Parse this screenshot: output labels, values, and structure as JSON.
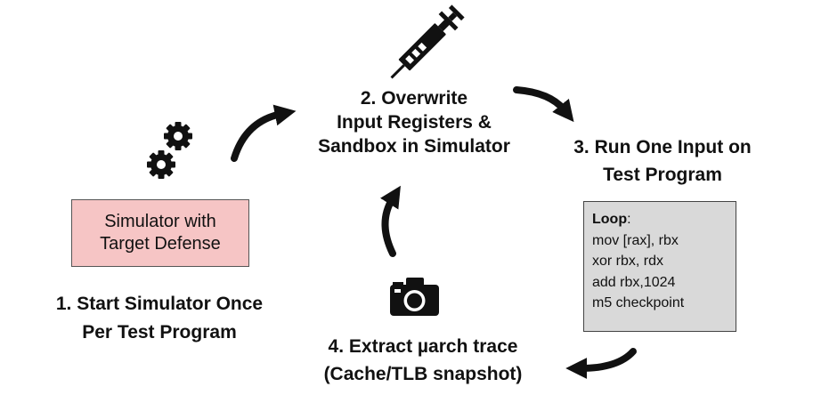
{
  "steps": {
    "start": {
      "line1": "1. Start Simulator Once",
      "line2": "Per Test Program"
    },
    "overwrite": {
      "line1": "2. Overwrite",
      "line2": "Input Registers &",
      "line3": "Sandbox in Simulator"
    },
    "run": {
      "line1": "3. Run One Input on",
      "line2": "Test Program"
    },
    "extract": {
      "line1": "4. Extract µarch trace",
      "line2": "(Cache/TLB snapshot)"
    }
  },
  "simulator_box": {
    "line1": "Simulator with",
    "line2": "Target Defense",
    "fill": "#f6c5c5"
  },
  "code_box": {
    "keyword": "Loop",
    "keyword_suffix": ":",
    "lines": [
      "mov [rax], rbx",
      "xor rbx, rdx",
      "add rbx,1024",
      "m5 checkpoint"
    ],
    "fill": "#d9d9d9"
  },
  "icons": [
    "gears-icon",
    "syringe-icon",
    "camera-icon"
  ]
}
